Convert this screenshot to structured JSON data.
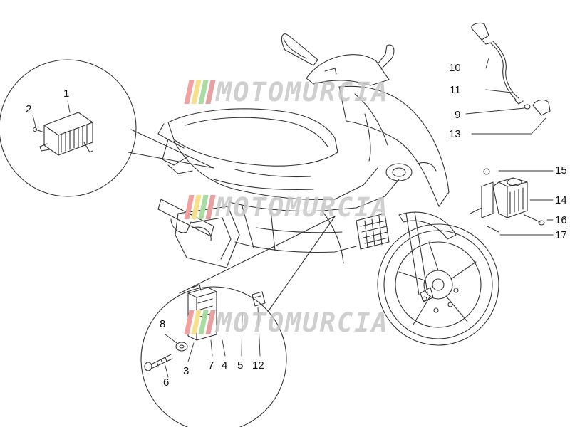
{
  "callouts": {
    "n1": "1",
    "n2": "2",
    "n3": "3",
    "n4": "4",
    "n5": "5",
    "n6": "6",
    "n7": "7",
    "n8": "8",
    "n9": "9",
    "n10": "10",
    "n11": "11",
    "n12": "12",
    "n13": "13",
    "n14": "14",
    "n15": "15",
    "n16": "16",
    "n17": "17"
  },
  "watermark": {
    "text": "MOTOMURCIA",
    "bar_colors": [
      "#f2a0a0",
      "#f7e08a",
      "#a8dca0",
      "#e8a0a0"
    ]
  },
  "colors": {
    "line": "#333333",
    "watermark": "#c7c7c7"
  }
}
